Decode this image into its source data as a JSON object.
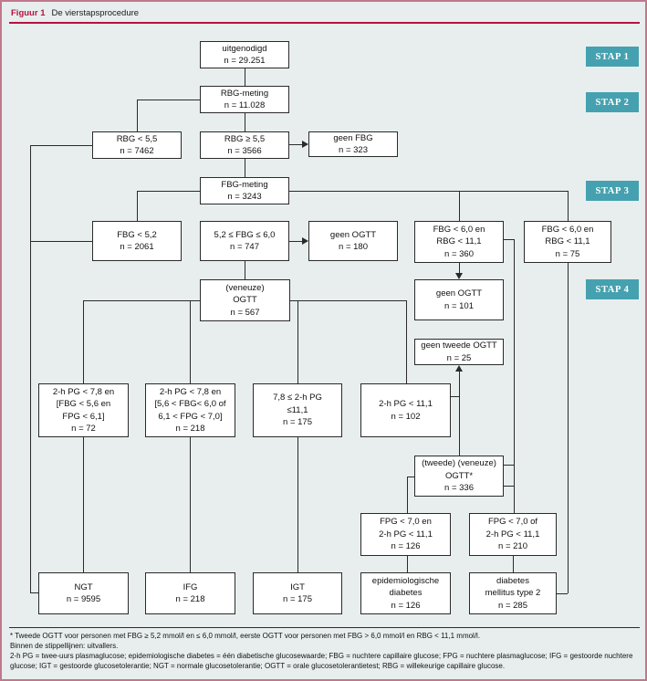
{
  "title": {
    "figure_label": "Figuur 1",
    "figure_title": "De vierstapsprocedure"
  },
  "steps": [
    {
      "label": "STAP 1"
    },
    {
      "label": "STAP 2"
    },
    {
      "label": "STAP 3"
    },
    {
      "label": "STAP 4"
    }
  ],
  "nodes": {
    "uitgenodigd": {
      "lines": [
        "uitgenodigd",
        "n = 29.251"
      ]
    },
    "rbg_meting": {
      "lines": [
        "RBG-meting",
        "n = 11.028"
      ]
    },
    "rbg_lt_55": {
      "lines": [
        "RBG < 5,5",
        "n = 7462"
      ]
    },
    "rbg_ge_55": {
      "lines": [
        "RBG ≥ 5,5",
        "n = 3566"
      ]
    },
    "geen_fbg": {
      "lines": [
        "geen FBG",
        "n = 323"
      ]
    },
    "fbg_meting": {
      "lines": [
        "FBG-meting",
        "n = 3243"
      ]
    },
    "fbg_lt_52": {
      "lines": [
        "FBG < 5,2",
        "n = 2061"
      ]
    },
    "fbg_52_60": {
      "lines": [
        "5,2 ≤ FBG ≤ 6,0",
        "n = 747"
      ]
    },
    "geen_ogtt_180": {
      "lines": [
        "geen OGTT",
        "n = 180"
      ]
    },
    "fbg6_rbg11_360": {
      "lines": [
        "FBG < 6,0 en",
        "RBG < 11,1",
        "n = 360"
      ]
    },
    "fbg6_rbg11_75": {
      "lines": [
        "FBG < 6,0 en",
        "RBG < 11,1",
        "n = 75"
      ]
    },
    "ogtt_veneuze": {
      "lines": [
        "(veneuze)",
        "OGTT",
        "n = 567"
      ]
    },
    "geen_ogtt_101": {
      "lines": [
        "geen OGTT",
        "n = 101"
      ]
    },
    "geen_tweede_ogtt": {
      "lines": [
        "geen tweede OGTT",
        "n = 25"
      ]
    },
    "pg_72": {
      "lines": [
        "2-h PG < 7,8 en",
        "[FBG < 5,6 en",
        "FPG < 6,1]",
        "n = 72"
      ]
    },
    "pg_218": {
      "lines": [
        "2-h PG < 7,8 en",
        "[5,6 < FBG< 6,0 of",
        "6,1 < FPG < 7,0]",
        "n = 218"
      ]
    },
    "pg_175": {
      "lines": [
        "7,8 ≤ 2-h PG",
        "≤11,1",
        "n = 175"
      ]
    },
    "pg_102": {
      "lines": [
        "2-h PG < 11,1",
        "n = 102"
      ]
    },
    "ogtt_tweede": {
      "lines": [
        "(tweede) (veneuze)",
        "OGTT*",
        "n = 336"
      ]
    },
    "fpg_126": {
      "lines": [
        "FPG < 7,0 en",
        "2-h PG < 11,1",
        "n = 126"
      ]
    },
    "fpg_210": {
      "lines": [
        "FPG < 7,0 of",
        "2-h PG < 11,1",
        "n = 210"
      ]
    },
    "ngt": {
      "lines": [
        "NGT",
        "n = 9595"
      ]
    },
    "ifg": {
      "lines": [
        "IFG",
        "n = 218"
      ]
    },
    "igt": {
      "lines": [
        "IGT",
        "n = 175"
      ]
    },
    "epi_diabetes": {
      "lines": [
        "epidemiologische",
        "diabetes",
        "n = 126"
      ]
    },
    "dm_type2": {
      "lines": [
        "diabetes",
        "mellitus type 2",
        "n = 285"
      ]
    }
  },
  "footnotes": {
    "line1": "* Tweede OGTT voor personen met FBG ≥ 5,2 mmol/l en ≤ 6,0 mmol/l, eerste OGTT voor personen met FBG > 6,0 mmol/l en RBG < 11,1 mmol/l.",
    "line2": "Binnen de stippellijnen: uitvallers.",
    "line3": "2-h PG = twee-uurs plasmaglucose; epidemiologische diabetes = één diabetische glucosewaarde; FBG = nuchtere capillaire glucose; FPG = nuchtere plasmaglucose; IFG = gestoorde nuchtere glucose; IGT = gestoorde glucosetolerantie; NGT = normale glucosetolerantie; OGTT = orale glucosetolerantietest; RBG = willekeurige capillaire glucose."
  },
  "colors": {
    "accent_teal": "#45a1af",
    "title_crimson": "#b51240",
    "background": "#e8eeee",
    "box_border": "#2a2a2a",
    "frame_pink": "#c0788c"
  }
}
